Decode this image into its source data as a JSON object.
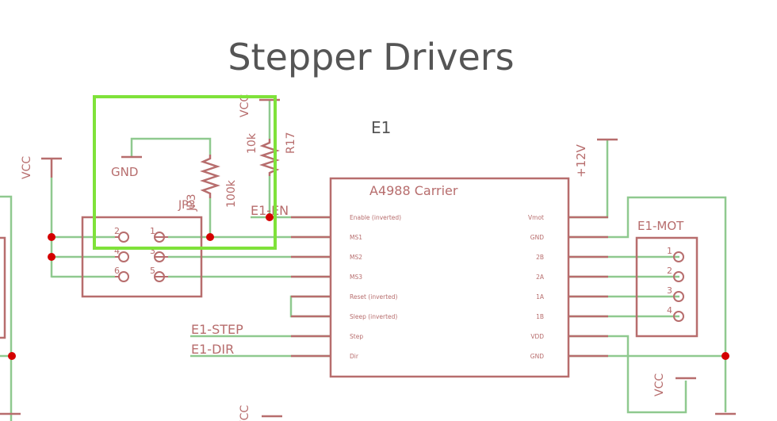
{
  "title": "Stepper Drivers",
  "labels": {
    "e1": "E1",
    "chip": "A4988 Carrier",
    "vcc_top": "VCC",
    "vcc_left": "VCC",
    "vcc_bottom": "VCC",
    "vcc_bottom_mid": "VCC",
    "gnd": "GND",
    "r17_ref": "R17",
    "r17_val": "10k",
    "r_pull_val": "100k",
    "jp3": "JP3",
    "jp3_overlap": "JP3",
    "e1_en": "E1-EN",
    "v12": "+12V",
    "e1_mot": "E1-MOT",
    "e1_step": "E1-STEP",
    "e1_dir": "E1-DIR"
  },
  "chip_pins_left": [
    "Enable (inverted)",
    "MS1",
    "MS2",
    "MS3",
    "Reset (inverted)",
    "Sleep (inverted)",
    "Step",
    "Dir"
  ],
  "chip_pins_right": [
    "Vmot",
    "GND",
    "2B",
    "2A",
    "1A",
    "1B",
    "VDD",
    "GND"
  ],
  "jp3_pins": [
    "2",
    "1",
    "4",
    "3",
    "6",
    "5"
  ],
  "mot_pins": [
    "1",
    "2",
    "3",
    "4"
  ],
  "colors": {
    "wire": "#8fc98f",
    "part": "#b76d6d",
    "junction": "#d40000",
    "highlight": "#7fe23a",
    "text": "#555555"
  }
}
